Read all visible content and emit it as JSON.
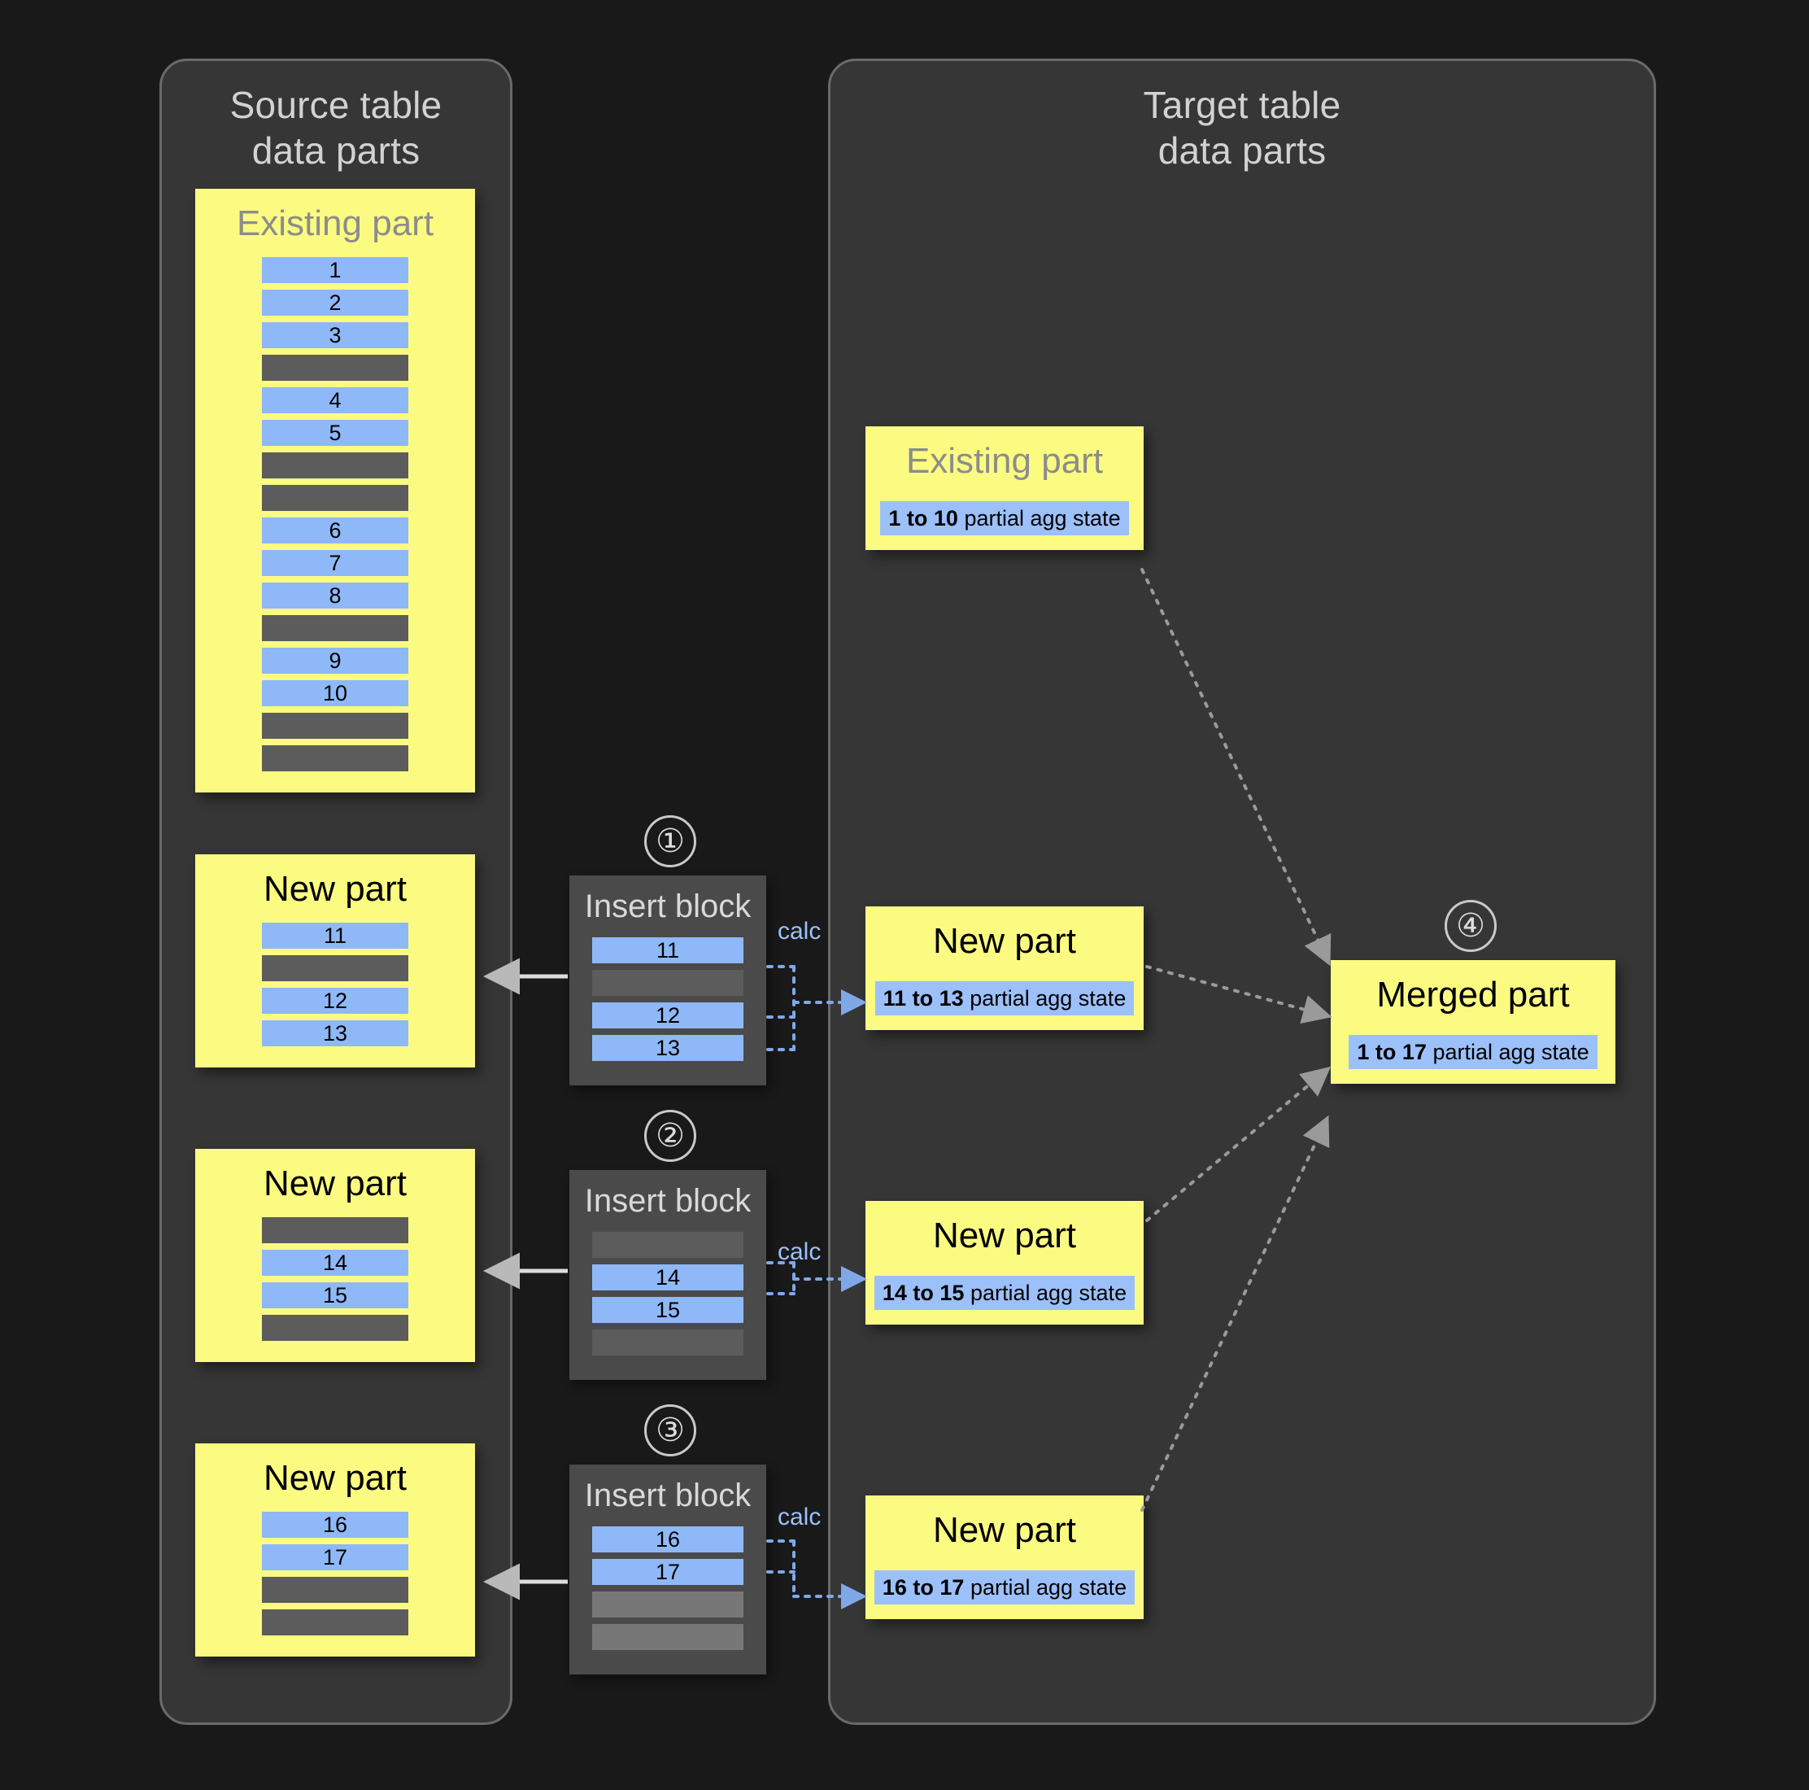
{
  "source_panel": {
    "title": "Source table\ndata parts"
  },
  "target_panel": {
    "title": "Target table\ndata parts"
  },
  "labels": {
    "existing_part": "Existing part",
    "new_part": "New part",
    "merged_part": "Merged part",
    "insert_block": "Insert block",
    "calc": "calc"
  },
  "steps": {
    "one": "①",
    "two": "②",
    "three": "③",
    "four": "④"
  },
  "source": {
    "existing_part": {
      "title": "Existing part",
      "rows": [
        {
          "type": "filled",
          "value": "1"
        },
        {
          "type": "filled",
          "value": "2"
        },
        {
          "type": "filled",
          "value": "3"
        },
        {
          "type": "empty",
          "value": ""
        },
        {
          "type": "filled",
          "value": "4"
        },
        {
          "type": "filled",
          "value": "5"
        },
        {
          "type": "empty",
          "value": ""
        },
        {
          "type": "empty",
          "value": ""
        },
        {
          "type": "filled",
          "value": "6"
        },
        {
          "type": "filled",
          "value": "7"
        },
        {
          "type": "filled",
          "value": "8"
        },
        {
          "type": "empty",
          "value": ""
        },
        {
          "type": "filled",
          "value": "9"
        },
        {
          "type": "filled",
          "value": "10"
        },
        {
          "type": "empty",
          "value": ""
        },
        {
          "type": "empty",
          "value": ""
        }
      ]
    },
    "new_parts": [
      {
        "title": "New part",
        "rows": [
          {
            "type": "filled",
            "value": "11"
          },
          {
            "type": "empty",
            "value": ""
          },
          {
            "type": "filled",
            "value": "12"
          },
          {
            "type": "filled",
            "value": "13"
          }
        ]
      },
      {
        "title": "New part",
        "rows": [
          {
            "type": "empty",
            "value": ""
          },
          {
            "type": "filled",
            "value": "14"
          },
          {
            "type": "filled",
            "value": "15"
          },
          {
            "type": "empty",
            "value": ""
          }
        ]
      },
      {
        "title": "New part",
        "rows": [
          {
            "type": "filled",
            "value": "16"
          },
          {
            "type": "filled",
            "value": "17"
          },
          {
            "type": "empty",
            "value": ""
          },
          {
            "type": "empty",
            "value": ""
          }
        ]
      }
    ]
  },
  "insert_blocks": [
    {
      "step": "①",
      "title": "Insert block",
      "calc": "calc",
      "rows": [
        {
          "type": "filled",
          "value": "11"
        },
        {
          "type": "empty",
          "value": ""
        },
        {
          "type": "filled",
          "value": "12"
        },
        {
          "type": "filled",
          "value": "13"
        }
      ]
    },
    {
      "step": "②",
      "title": "Insert block",
      "calc": "calc",
      "rows": [
        {
          "type": "empty",
          "value": ""
        },
        {
          "type": "filled",
          "value": "14"
        },
        {
          "type": "filled",
          "value": "15"
        },
        {
          "type": "empty",
          "value": ""
        }
      ]
    },
    {
      "step": "③",
      "title": "Insert block",
      "calc": "calc",
      "rows": [
        {
          "type": "filled",
          "value": "16"
        },
        {
          "type": "filled",
          "value": "17"
        },
        {
          "type": "empty2",
          "value": ""
        },
        {
          "type": "empty2",
          "value": ""
        }
      ]
    }
  ],
  "target": {
    "existing_part": {
      "title": "Existing part",
      "agg_range": "1 to 10",
      "agg_suffix": " partial agg state"
    },
    "new_parts": [
      {
        "title": "New part",
        "agg_range": "11 to 13",
        "agg_suffix": " partial agg state"
      },
      {
        "title": "New part",
        "agg_range": "14 to 15",
        "agg_suffix": " partial agg state"
      },
      {
        "title": "New part",
        "agg_range": "16 to 17",
        "agg_suffix": " partial agg state"
      }
    ],
    "merged_part": {
      "step": "④",
      "title": "Merged part",
      "agg_range": "1 to 17",
      "agg_suffix": " partial agg state"
    }
  },
  "colors": {
    "background": "#191919",
    "panel": "#363636",
    "panel_border": "#6a6a6a",
    "part_yellow": "#fbfb82",
    "row_filled": "#8fb8f8",
    "row_empty": "#5c5c5c",
    "row_empty_light": "#777777",
    "accent_blue": "#9cc0f9",
    "arrow_gray": "#a0a0a0",
    "title_gray": "#d2d2d2",
    "muted_gray": "#8c8c8c"
  }
}
